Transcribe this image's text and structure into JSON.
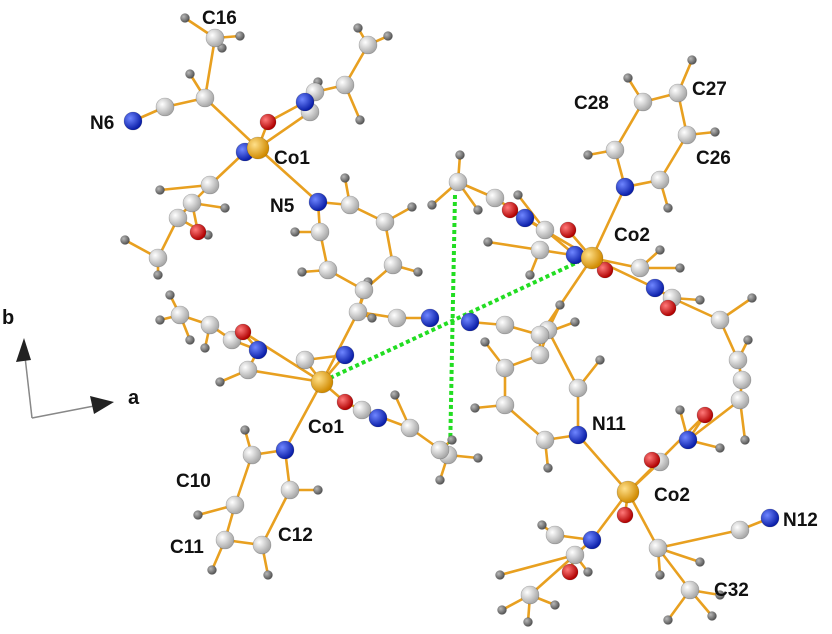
{
  "colors": {
    "bond": "#e8a020",
    "carbon": "#d4d4d4",
    "nitrogen": "#1530d8",
    "oxygen": "#e01010",
    "cobalt": "#f0a020",
    "hydrogen": "#7a7a7a",
    "contact": "#22dd22",
    "axis": "#888888"
  },
  "labels": {
    "c16": "C16",
    "n6": "N6",
    "co1_top": "Co1",
    "n5": "N5",
    "c28": "C28",
    "c27": "C27",
    "c26": "C26",
    "co2_top": "Co2",
    "co1_bottom": "Co1",
    "n11": "N11",
    "c10": "C10",
    "c11": "C11",
    "c12": "C12",
    "co2_bottom": "Co2",
    "n12": "N12",
    "c32": "C32"
  },
  "axes": {
    "a": "a",
    "b": "b"
  }
}
